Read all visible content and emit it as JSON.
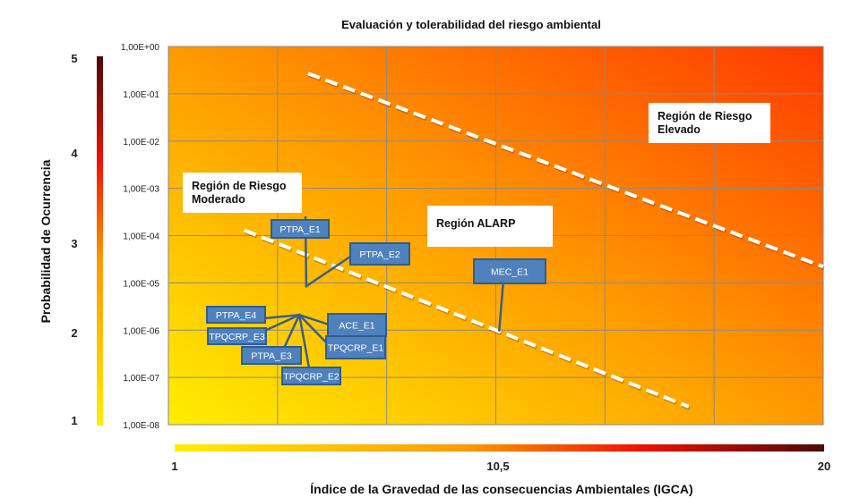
{
  "chart_data": {
    "type": "scatter",
    "title": "Evaluación y tolerabilidad del riesgo ambiental",
    "xlabel": "Índice de la Gravedad de las consecuencias Ambientales (IGCA)",
    "ylabel": "Probabilidad de Ocurrencia",
    "x_scale": "linear",
    "y_scale": "log",
    "xlim": [
      1,
      20
    ],
    "ylim": [
      1e-08,
      1
    ],
    "y_ticks": [
      "1,00E+00",
      "1,00E-01",
      "1,00E-02",
      "1,00E-03",
      "1,00E-04",
      "1,00E-05",
      "1,00E-06",
      "1,00E-07",
      "1,00E-08"
    ],
    "grid": true,
    "x_colorbar": {
      "labels": [
        "1",
        "10,5",
        "20"
      ],
      "colors": [
        "#ffee00",
        "#ff9900",
        "#ee1100",
        "#4a0a0a"
      ]
    },
    "y_colorbar": {
      "labels": [
        "5",
        "4",
        "3",
        "2",
        "1"
      ],
      "colors": [
        "#ffee00",
        "#ff9900",
        "#ee1100",
        "#4a0a0a"
      ]
    },
    "background_colors": {
      "low": "#ffee00",
      "mid": "#ff9a00",
      "high": "#ff3a00"
    },
    "points": [
      {
        "label": "PTPA_E1",
        "x": 5.0,
        "y": 8.5e-06
      },
      {
        "label": "PTPA_E2",
        "x": 5.0,
        "y": 8.5e-06
      },
      {
        "label": "MEC_E1",
        "x": 10.6,
        "y": 1e-06
      },
      {
        "label": "PTPA_E4",
        "x": 4.8,
        "y": 2.1e-06
      },
      {
        "label": "TPQCRP_E3",
        "x": 4.8,
        "y": 2.1e-06
      },
      {
        "label": "ACE_E1",
        "x": 4.8,
        "y": 2.1e-06
      },
      {
        "label": "TPQCRP_E1",
        "x": 4.8,
        "y": 2.1e-06
      },
      {
        "label": "PTPA_E3",
        "x": 4.8,
        "y": 2.1e-06
      },
      {
        "label": "TPQCRP_E2",
        "x": 4.8,
        "y": 2.1e-06
      }
    ],
    "boundaries": [
      {
        "name": "upper",
        "from": [
          5.05,
          0.27
        ],
        "to": [
          20,
          2.2e-05
        ]
      },
      {
        "name": "lower",
        "from": [
          3.2,
          0.00013
        ],
        "to": [
          16.1,
          2.4e-08
        ]
      }
    ],
    "regions": [
      {
        "line1": "Región de Riesgo",
        "line2": "Moderado"
      },
      {
        "line1": "Región ALARP",
        "line2": ""
      },
      {
        "line1": "Región de Riesgo",
        "line2": "Elevado"
      }
    ],
    "point_color": "#4f81bd"
  }
}
